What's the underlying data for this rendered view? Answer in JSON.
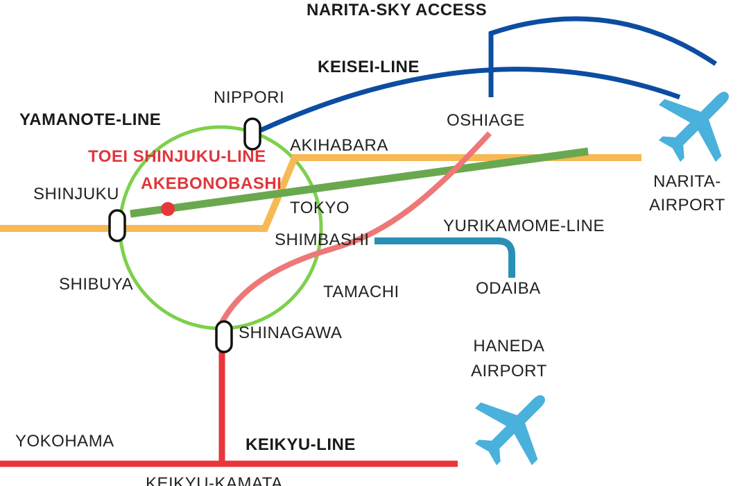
{
  "lines": {
    "narita_sky_access": "NARITA-SKY ACCESS",
    "keisei": "KEISEI-LINE",
    "yamanote": "YAMANOTE-LINE",
    "toei_shinjuku": "TOEI SHINJUKU-LINE",
    "yurikamome": "YURIKAMOME-LINE",
    "keikyu": "KEIKYU-LINE"
  },
  "stations": {
    "nippori": "NIPPORI",
    "oshiage": "OSHIAGE",
    "akihabara": "AKIHABARA",
    "akebonobashi": "AKEBONOBASHI",
    "shinjuku": "SHINJUKU",
    "tokyo": "TOKYO",
    "shimbashi": "SHIMBASHI",
    "shibuya": "SHIBUYA",
    "tamachi": "TAMACHI",
    "odaiba": "ODAIBA",
    "shinagawa": "SHINAGAWA",
    "yokohama": "YOKOHAMA",
    "keikyu_kamata": "KEIKYU-KAMATA"
  },
  "airports": {
    "narita_line1": "NARITA-",
    "narita_line2": "AIRPORT",
    "haneda_line1": "HANEDA",
    "haneda_line2": "AIRPORT"
  },
  "icons": {
    "narita": "airplane-icon",
    "haneda": "airplane-icon"
  },
  "colors": {
    "narita_sky_access": "#0c4da2",
    "keisei": "#0c4da2",
    "yamanote": "#7dd04b",
    "jr_chuo": "#f7b955",
    "toei_shinjuku": "#6aa84f",
    "asakusa": "#ee7878",
    "yurikamome": "#2a8fb5",
    "keikyu": "#e8363a",
    "station_marker": "#e8363a",
    "airplane": "#4ab0dc"
  }
}
